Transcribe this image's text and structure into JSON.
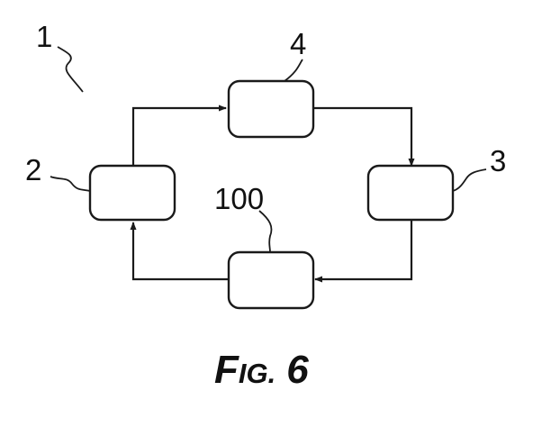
{
  "diagram": {
    "ref_system": "1",
    "ref_left": "2",
    "ref_right": "3",
    "ref_top": "4",
    "ref_bottom": "100"
  },
  "caption": {
    "initial": "F",
    "small_caps": "IG.",
    "number": "6"
  },
  "colors": {
    "ink": "#1a1a1a",
    "paper": "#ffffff"
  }
}
